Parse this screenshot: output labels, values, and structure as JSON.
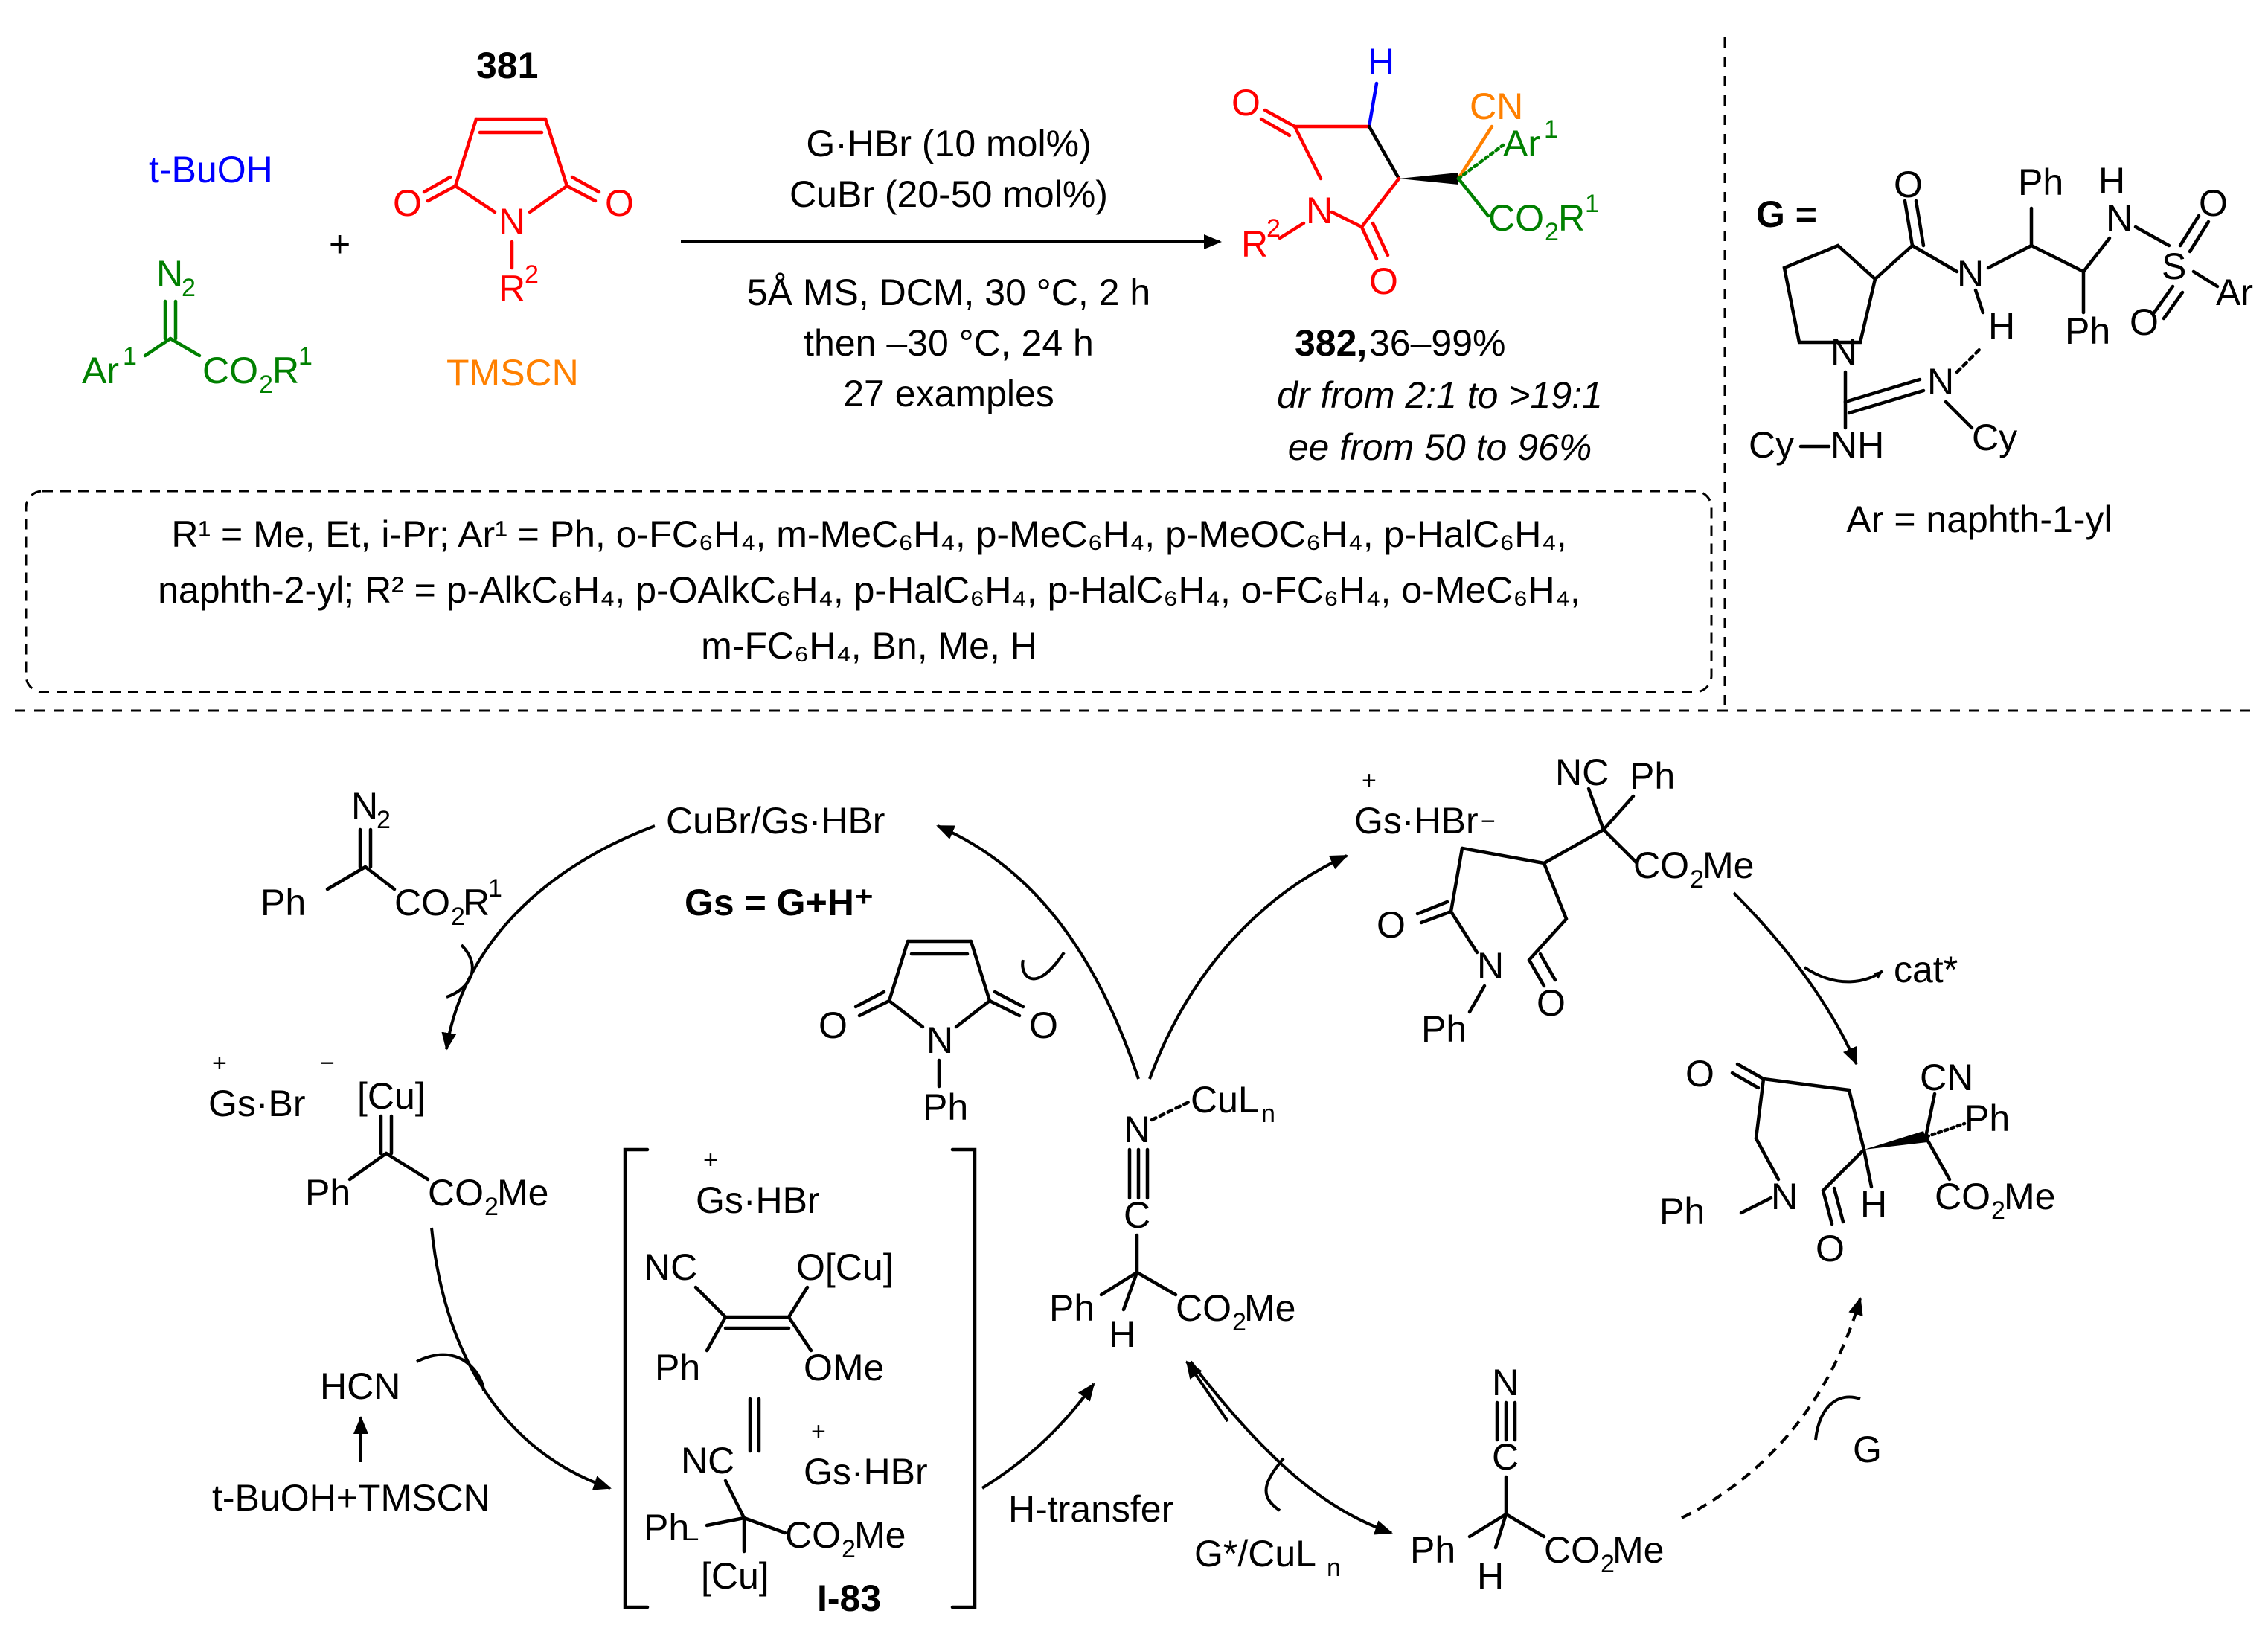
{
  "compounds": {
    "c381": "381",
    "tbuoh_top": "t-BuOH",
    "tmscn_top": "TMSCN",
    "plus": "+",
    "c382_label": "382,",
    "c382_yield": "36–99%",
    "c382_dr": "dr from 2:1 to >19:1",
    "c382_ee": "ee from 50 to 96%"
  },
  "conditions": {
    "line1": "G·HBr (10 mol%)",
    "line2": "CuBr (20-50 mol%)",
    "line3": "5Å MS, DCM, 30 °C, 2 h",
    "line4": "then –30 °C, 24 h",
    "line5": "27 examples"
  },
  "scope": {
    "line1": "R¹ = Me, Et, i-Pr; Ar¹ = Ph, o-FC₆H₄, m-MeC₆H₄, p-MeC₆H₄, p-MeOC₆H₄, p-HalC₆H₄,",
    "line2": "naphth-2-yl; R² = p-AlkC₆H₄, p-OAlkC₆H₄, p-HalC₆H₄, p-HalC₆H₄, o-FC₆H₄, o-MeC₆H₄,",
    "line3": "m-FC₆H₄, Bn, Me, H"
  },
  "catalyst": {
    "g_eq": "G =",
    "ar_def": "Ar = naphth-1-yl"
  },
  "mechanism": {
    "cubr": "CuBr/Gs·HBr",
    "gs_def": "Gs = G+H⁺",
    "gs_br": "Gs·Br",
    "hcn": "HCN",
    "tbuoh_tmscn": "t-BuOH+TMSCN",
    "i83": "I-83",
    "h_transfer": "H-transfer",
    "g_star": "G*/CuLn",
    "g": "G",
    "cat_star": "cat*",
    "gs_hbr": "Gs·HBr"
  },
  "colors": {
    "blue": "#0000ff",
    "red": "#ff0000",
    "green": "#008000",
    "orange": "#ff8000"
  }
}
